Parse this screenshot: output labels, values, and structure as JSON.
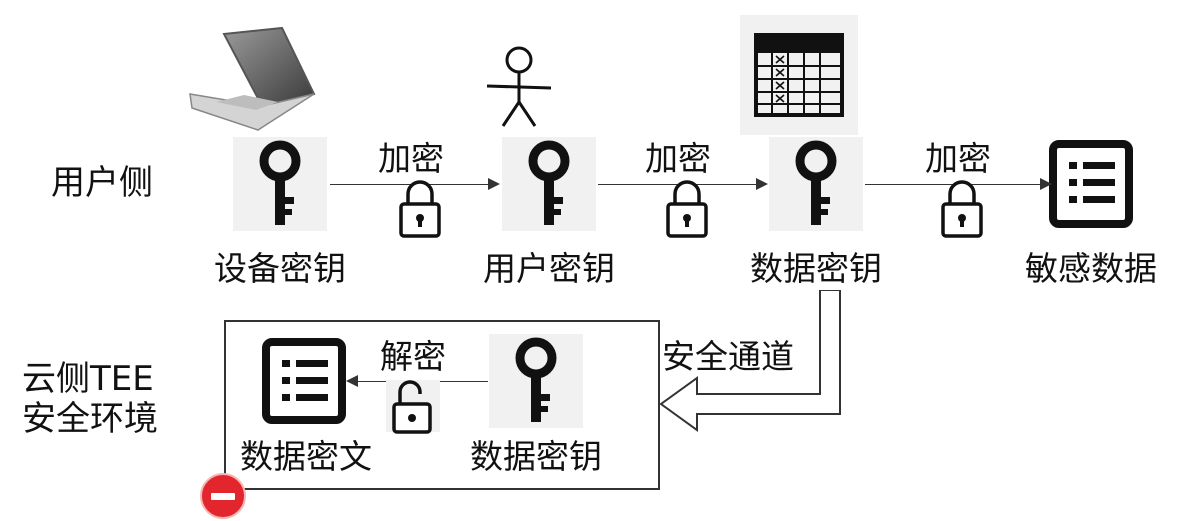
{
  "user_side": {
    "label": "用户侧",
    "keys": [
      {
        "label": "设备密钥",
        "icon": "key-icon"
      },
      {
        "label": "用户密钥",
        "icon": "key-icon"
      },
      {
        "label": "数据密钥",
        "icon": "key-icon"
      }
    ],
    "sensitive_data": {
      "label": "敏感数据",
      "icon": "list-document-icon"
    },
    "encrypt_labels": [
      "加密",
      "加密",
      "加密"
    ],
    "illustrations": [
      "laptop-icon",
      "stick-figure-icon",
      "data-table-icon"
    ]
  },
  "channel": {
    "label": "安全通道"
  },
  "cloud_side": {
    "label_line1": "云侧TEE",
    "label_line2": "安全环境",
    "key_label": "数据密钥",
    "decrypt_label": "解密",
    "ciphertext_label": "数据密文",
    "status_icon": "no-entry-icon"
  },
  "colors": {
    "accent_bg": "#f1f1f1",
    "stroke": "#333333",
    "stop_red": "#e3262e"
  }
}
